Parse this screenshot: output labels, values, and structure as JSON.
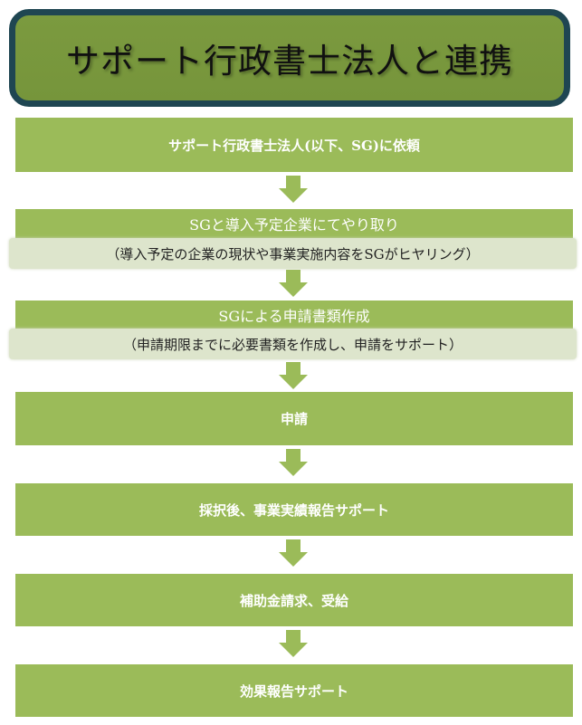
{
  "title": "サポート行政書士法人と連携",
  "steps": [
    {
      "label": "サポート行政書士法人(以下、SG)に依頼"
    },
    {
      "label": "SGと導入予定企業にてやり取り",
      "note": "（導入予定の企業の現状や事業実施内容をSGがヒヤリング）"
    },
    {
      "label": "SGによる申請書類作成",
      "note": "（申請期限までに必要書類を作成し、申請をサポート）"
    },
    {
      "label": "申請"
    },
    {
      "label": "採択後、事業実績報告サポート"
    },
    {
      "label": "補助金請求、受給"
    },
    {
      "label": "効果報告サポート"
    }
  ],
  "colors": {
    "step": "#9bbb59",
    "title_fill": "#7b9a3f",
    "title_border": "#1f4652",
    "note": "#dde5cc"
  }
}
